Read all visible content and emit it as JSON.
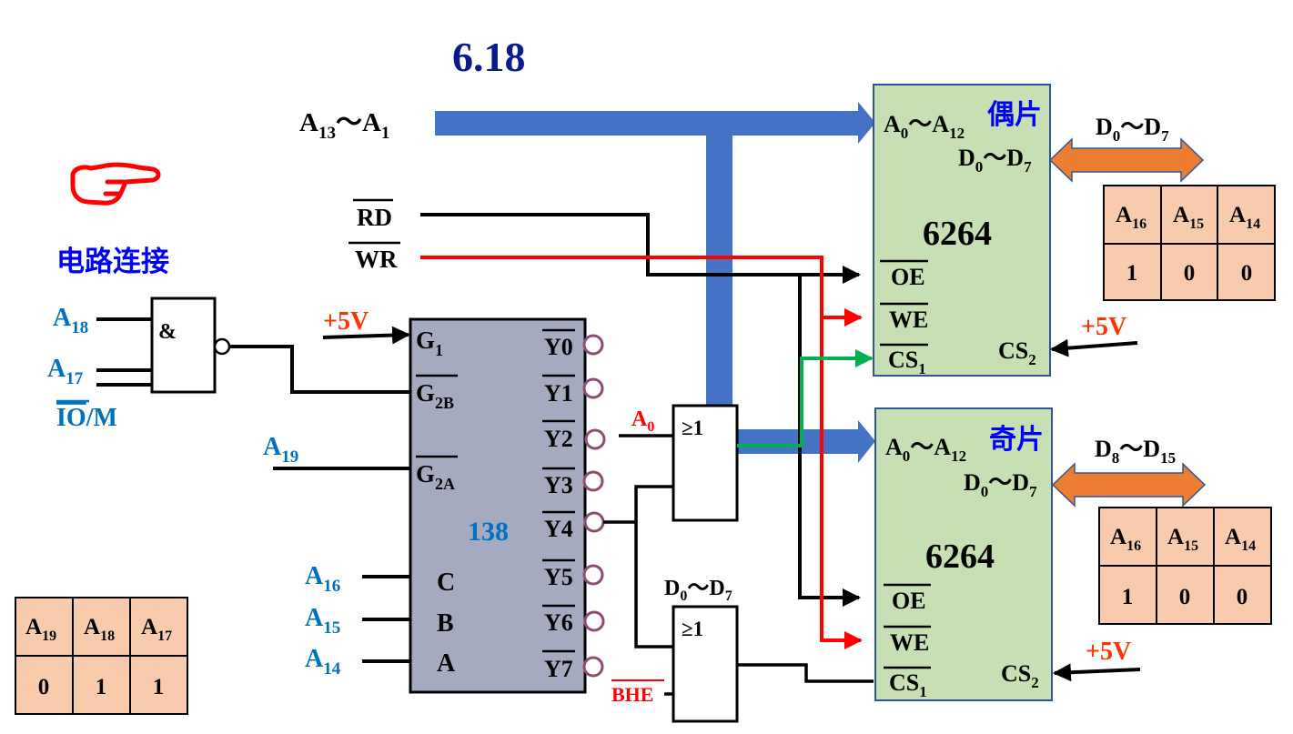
{
  "title": "6.18",
  "section_label": "电路连接",
  "colors": {
    "title": "#0b1a8a",
    "bus": "#4472c4",
    "data_bus": "#ed7d31",
    "chip_memory": "#c6e0b4",
    "chip_decoder": "#a5aac0",
    "table_fill": "#f8cbad",
    "pointer": "#ff0000",
    "rd_line": "#000000",
    "wr_line": "#ff0000",
    "cs_line": "#00b050"
  },
  "icons": {
    "pointer": "pointing-hand-icon"
  },
  "nand": {
    "symbol": "&",
    "inputs": {
      "a18": {
        "name": "A",
        "sub": "18"
      },
      "a17": {
        "name": "A",
        "sub": "17"
      },
      "iom": {
        "name": "IO",
        "suffix": "/M"
      }
    }
  },
  "decoder": {
    "label": "138",
    "g1": {
      "name": "G",
      "sub": "1"
    },
    "g2b": {
      "name": "G",
      "sub": "2B"
    },
    "g2a": {
      "name": "G",
      "sub": "2A"
    },
    "sel_c": "C",
    "sel_b": "B",
    "sel_a": "A",
    "outputs": [
      "Y0",
      "Y1",
      "Y2",
      "Y3",
      "Y4",
      "Y5",
      "Y6",
      "Y7"
    ],
    "plus5v": "+5V",
    "a19": {
      "name": "A",
      "sub": "19"
    },
    "a16": {
      "name": "A",
      "sub": "16"
    },
    "a15": {
      "name": "A",
      "sub": "15"
    },
    "a14": {
      "name": "A",
      "sub": "14"
    }
  },
  "bus": {
    "address": {
      "a": "A",
      "a_sub": "13",
      "tilde": "～",
      "b": "A",
      "b_sub": "1"
    },
    "rd": "RD",
    "wr": "WR"
  },
  "or_gates": {
    "symbol": "≥1",
    "upper_input": {
      "name": "A",
      "sub": "0"
    },
    "lower_top": {
      "a": "D",
      "a_sub": "0",
      "tilde": "～",
      "b": "D",
      "b_sub": "7"
    },
    "lower_input": "BHE"
  },
  "chips": [
    {
      "tag": "偶片",
      "name": "6264",
      "addr": {
        "a": "A",
        "a_sub": "0",
        "tilde": "～",
        "b": "A",
        "b_sub": "12"
      },
      "data": {
        "a": "D",
        "a_sub": "0",
        "tilde": "～",
        "b": "D",
        "b_sub": "7"
      },
      "oe": "OE",
      "we": "WE",
      "cs1": {
        "name": "CS",
        "sub": "1"
      },
      "cs2": {
        "name": "CS",
        "sub": "2"
      },
      "plus5v": "+5V",
      "bus_label": {
        "a": "D",
        "a_sub": "0",
        "tilde": "～",
        "b": "D",
        "b_sub": "7"
      },
      "table": {
        "headers": [
          {
            "name": "A",
            "sub": "16"
          },
          {
            "name": "A",
            "sub": "15"
          },
          {
            "name": "A",
            "sub": "14"
          }
        ],
        "values": [
          "1",
          "0",
          "0"
        ]
      }
    },
    {
      "tag": "奇片",
      "name": "6264",
      "addr": {
        "a": "A",
        "a_sub": "0",
        "tilde": "～",
        "b": "A",
        "b_sub": "12"
      },
      "data": {
        "a": "D",
        "a_sub": "0",
        "tilde": "～",
        "b": "D",
        "b_sub": "7"
      },
      "oe": "OE",
      "we": "WE",
      "cs1": {
        "name": "CS",
        "sub": "1"
      },
      "cs2": {
        "name": "CS",
        "sub": "2"
      },
      "plus5v": "+5V",
      "bus_label": {
        "a": "D",
        "a_sub": "8",
        "tilde": "～",
        "b": "D",
        "b_sub": "15"
      },
      "table": {
        "headers": [
          {
            "name": "A",
            "sub": "16"
          },
          {
            "name": "A",
            "sub": "15"
          },
          {
            "name": "A",
            "sub": "14"
          }
        ],
        "values": [
          "1",
          "0",
          "0"
        ]
      }
    }
  ],
  "decoder_table": {
    "headers": [
      {
        "name": "A",
        "sub": "19"
      },
      {
        "name": "A",
        "sub": "18"
      },
      {
        "name": "A",
        "sub": "17"
      }
    ],
    "values": [
      "0",
      "1",
      "1"
    ]
  }
}
